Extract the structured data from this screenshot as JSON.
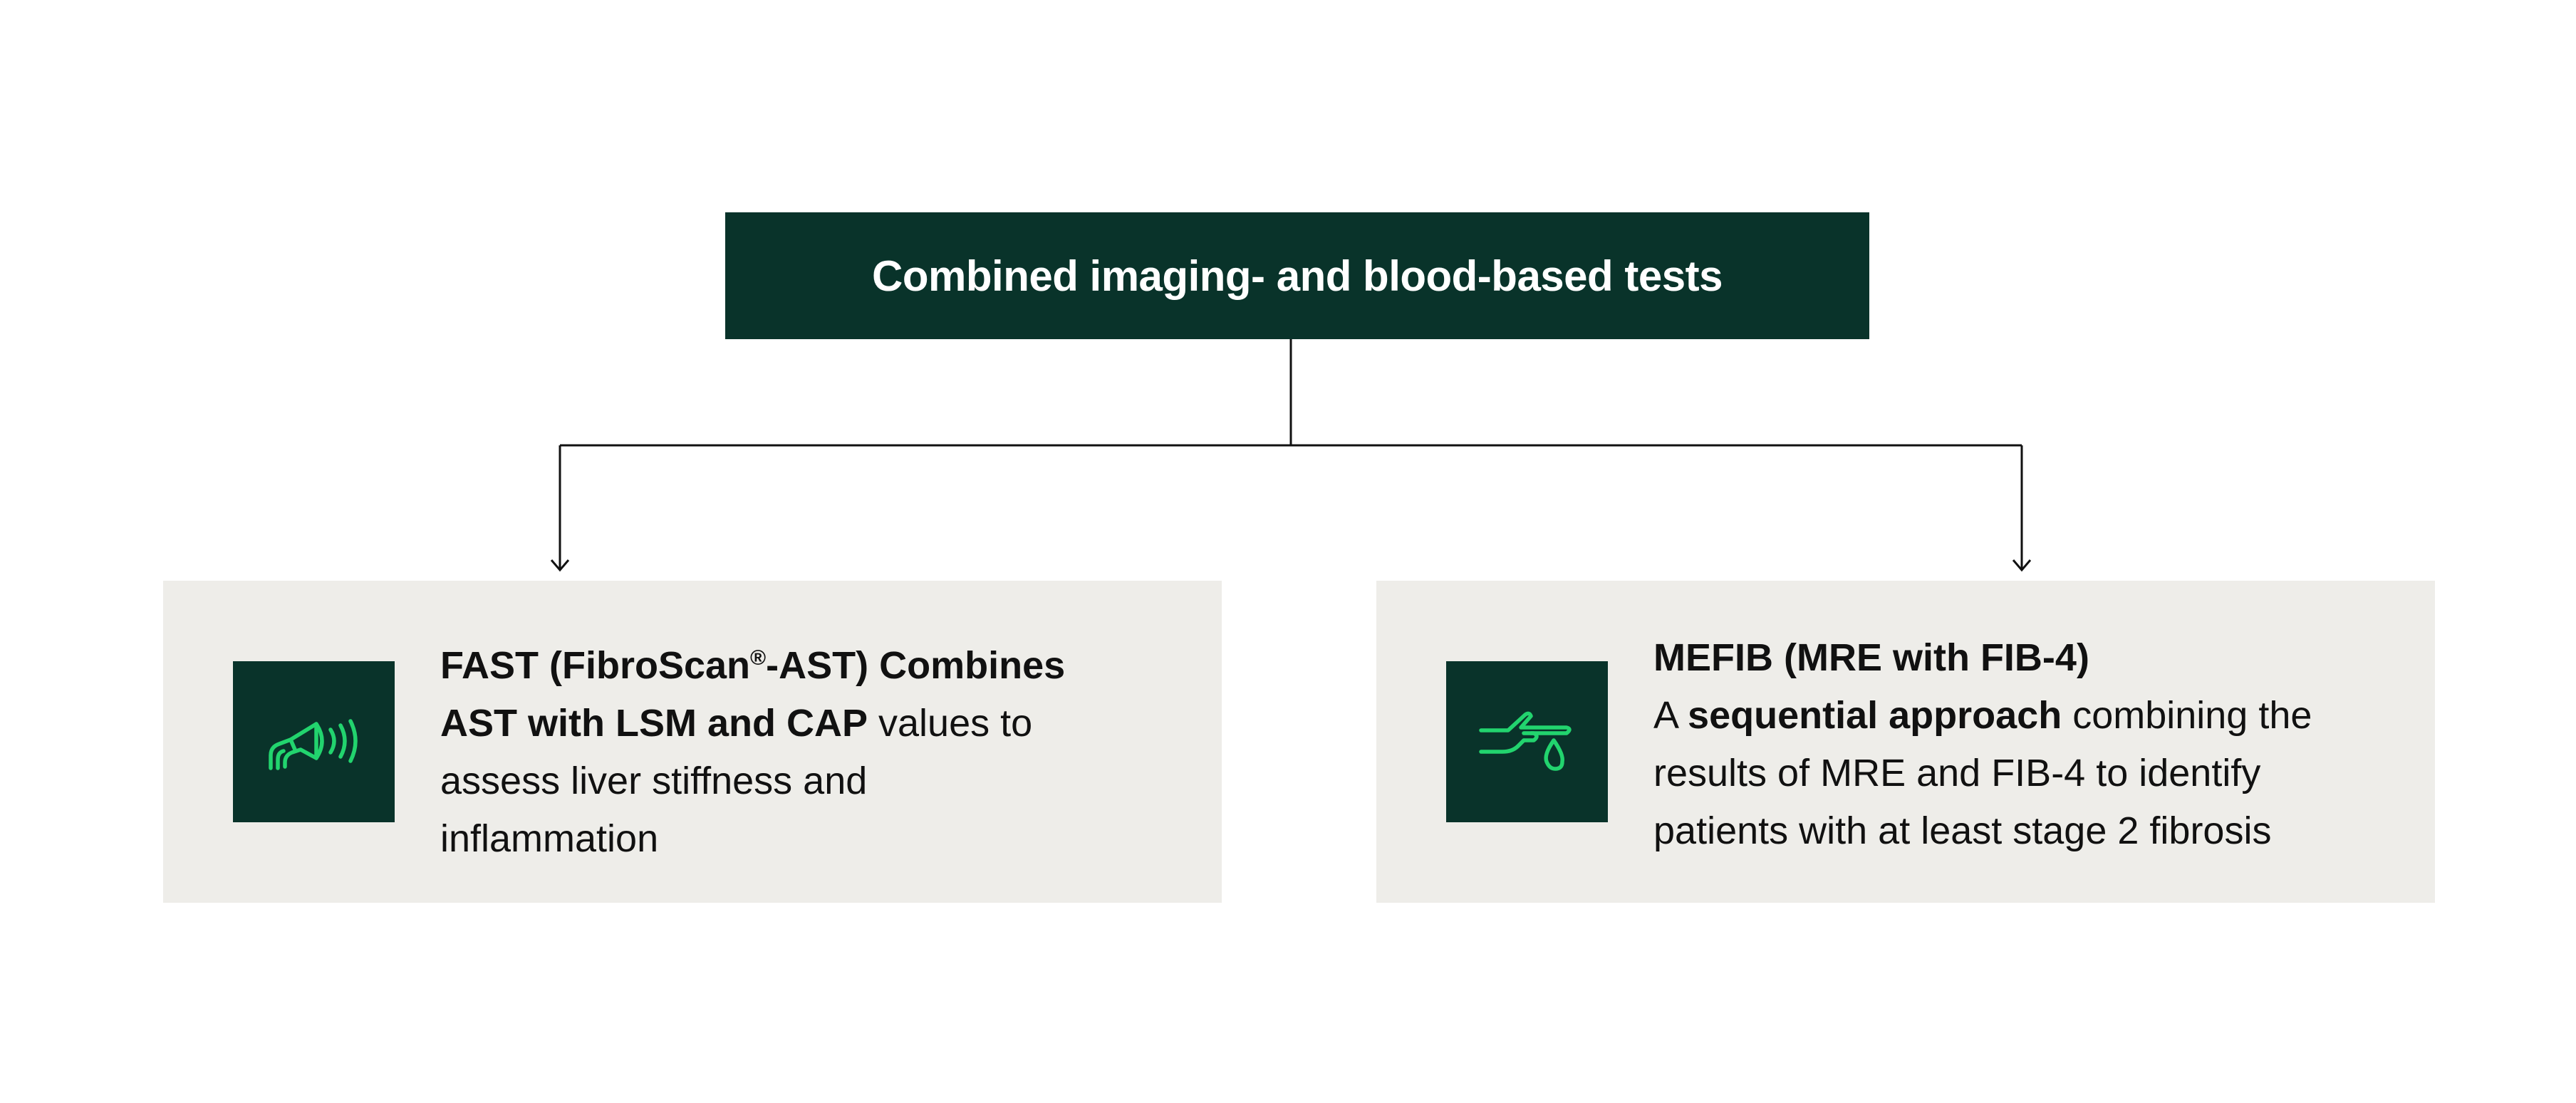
{
  "title": "Combined imaging- and blood-based tests",
  "colors": {
    "dark_green": "#09332a",
    "accent_green": "#22d46e",
    "card_background": "#eeede9",
    "connector": "#111111"
  },
  "cards": [
    {
      "icon": "ultrasound-wave-icon",
      "lines": [
        [
          {
            "text": "FAST (FibroScan",
            "bold": true
          },
          {
            "text": "®",
            "bold": true,
            "sup": true
          },
          {
            "text": "-AST) Combines",
            "bold": true
          }
        ],
        [
          {
            "text": "AST with LSM and CAP",
            "bold": true
          },
          {
            "text": " values to",
            "bold": false
          }
        ],
        [
          {
            "text": "assess liver stiffness and",
            "bold": false
          }
        ],
        [
          {
            "text": "inflammation",
            "bold": false
          }
        ]
      ]
    },
    {
      "icon": "finger-prick-blood-drop-icon",
      "lines": [
        [
          {
            "text": "MEFIB (MRE with FIB-4)",
            "bold": true
          }
        ],
        [
          {
            "text": "A ",
            "bold": false
          },
          {
            "text": "sequential approach",
            "bold": true
          },
          {
            "text": " combining the",
            "bold": false
          }
        ],
        [
          {
            "text": "results of MRE and FIB-4 to identify",
            "bold": false
          }
        ],
        [
          {
            "text": "patients with at least stage 2 fibrosis",
            "bold": false
          }
        ]
      ]
    }
  ]
}
